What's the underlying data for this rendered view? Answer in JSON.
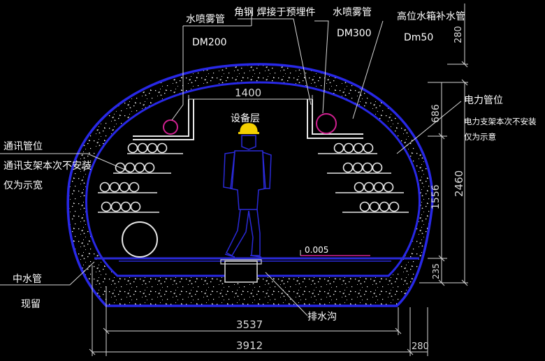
{
  "labels": {
    "spray_pipe_left": "水喷雾管",
    "dm200": "DM200",
    "angle_steel": "角钢 焊接于预埋件",
    "spray_pipe_right": "水喷雾管",
    "dm300": "DM300",
    "high_tank_pipe": "高位水箱补水管",
    "dm50": "Dm50",
    "power_pipe": "电力管位",
    "power_bracket_1": "电力支架本次不安装",
    "power_bracket_2": "仅为示意",
    "comm_pipe": "通讯管位",
    "comm_bracket_1": "通讯支架本次不安装",
    "comm_bracket_2": "仅为示宽",
    "equipment_layer": "设备层",
    "middle_water_pipe": "中水管",
    "reserved": "现留",
    "drain_ditch": "排水沟",
    "slope": "0.005"
  },
  "dimensions": {
    "d1400": "1400",
    "d3537": "3537",
    "d3912": "3912",
    "d280_top": "280",
    "d280_bottom": "280",
    "d686": "686",
    "d1556": "1556",
    "d2460": "2460",
    "d235": "235"
  },
  "colors": {
    "background": "#000000",
    "shell_outline": "#2828e6",
    "label_text": "#ffffff",
    "dimension_lines": "#d8d8d8",
    "pipes": "#e8e8e8",
    "spray_pipes": "#d02090",
    "worker": "#2a2ad8",
    "helmet": "#f4d000",
    "ground_line": "#2a2ad8",
    "slope_marker": "#d02090"
  }
}
